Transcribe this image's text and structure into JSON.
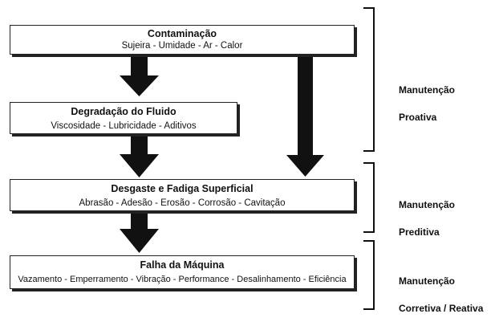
{
  "boxes": [
    {
      "title": "Contaminação",
      "subtitle": "Sujeira - Umidade - Ar - Calor"
    },
    {
      "title": "Degradação do Fluido",
      "subtitle": "Viscosidade - Lubricidade - Aditivos"
    },
    {
      "title": "Desgaste e Fadiga Superficial",
      "subtitle": "Abrasão - Adesão - Erosão - Corrosão - Cavitação"
    },
    {
      "title": "Falha da Máquina",
      "subtitle": "Vazamento - Emperramento - Vibração - Performance - Desalinhamento - Eficiência"
    }
  ],
  "brackets": [
    {
      "label_line1": "Manutenção",
      "label_line2": "Proativa"
    },
    {
      "label_line1": "Manutenção",
      "label_line2": "Preditiva"
    },
    {
      "label_line1": "Manutenção",
      "label_line2": "Corretiva / Reativa"
    }
  ]
}
